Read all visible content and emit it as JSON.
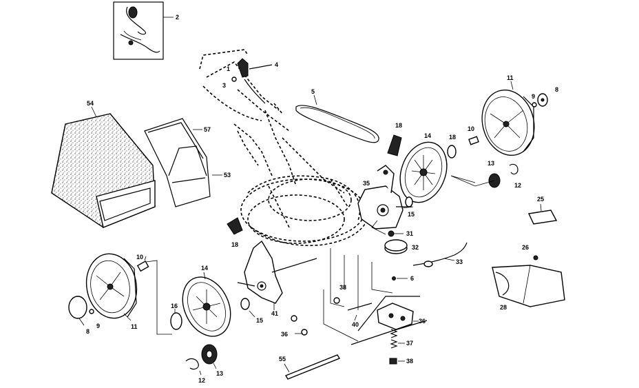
{
  "callouts": {
    "c2": "2",
    "c1": "1",
    "c3": "3",
    "c4": "4",
    "c5": "5",
    "c54": "54",
    "c57": "57",
    "c53": "53",
    "c18a": "18",
    "c14a": "14",
    "c18b": "18",
    "c10a": "10",
    "c11a": "11",
    "c9a": "9",
    "c8a": "8",
    "c13a": "13",
    "c12a": "12",
    "c35": "35",
    "c15a": "15",
    "c31": "31",
    "c32": "32",
    "c25": "25",
    "c26": "26",
    "c28": "28",
    "c33": "33",
    "c6": "6",
    "c36a": "36",
    "c37": "37",
    "c38a": "38",
    "c40": "40",
    "c38b": "38",
    "c36b": "36",
    "c41": "41",
    "c15b": "15",
    "c14b": "14",
    "c18c": "18",
    "c10b": "10",
    "c11b": "11",
    "c9b": "9",
    "c8b": "8",
    "c16": "16",
    "c12b": "12",
    "c13b": "13",
    "c55": "55"
  }
}
